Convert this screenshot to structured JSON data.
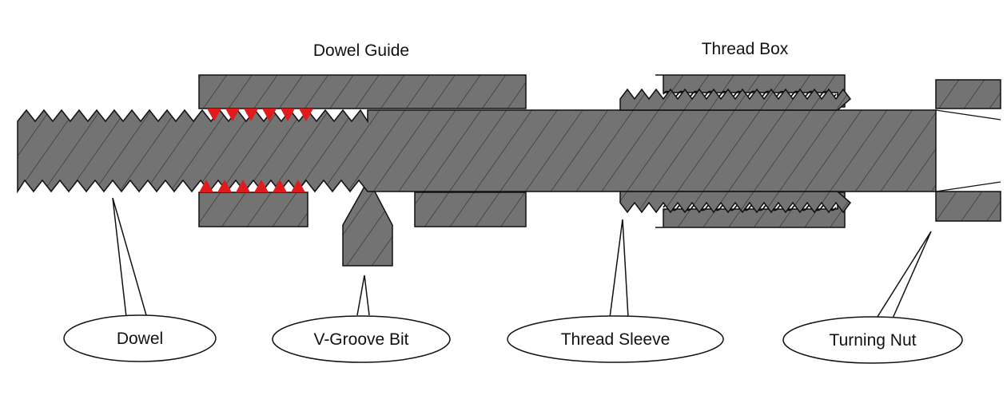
{
  "diagram": {
    "top_labels": {
      "dowel_guide": "Dowel Guide",
      "thread_box": "Thread Box"
    },
    "callouts": {
      "dowel": "Dowel",
      "v_groove_bit": "V-Groove Bit",
      "thread_sleeve": "Thread Sleeve",
      "turning_nut": "Turning Nut"
    },
    "colors": {
      "part_fill": "#737373",
      "hatch": "#1f1f1f",
      "outline": "#111111",
      "cut_thread_marks": "#e01b1b",
      "callout_fill": "#ffffff"
    }
  }
}
